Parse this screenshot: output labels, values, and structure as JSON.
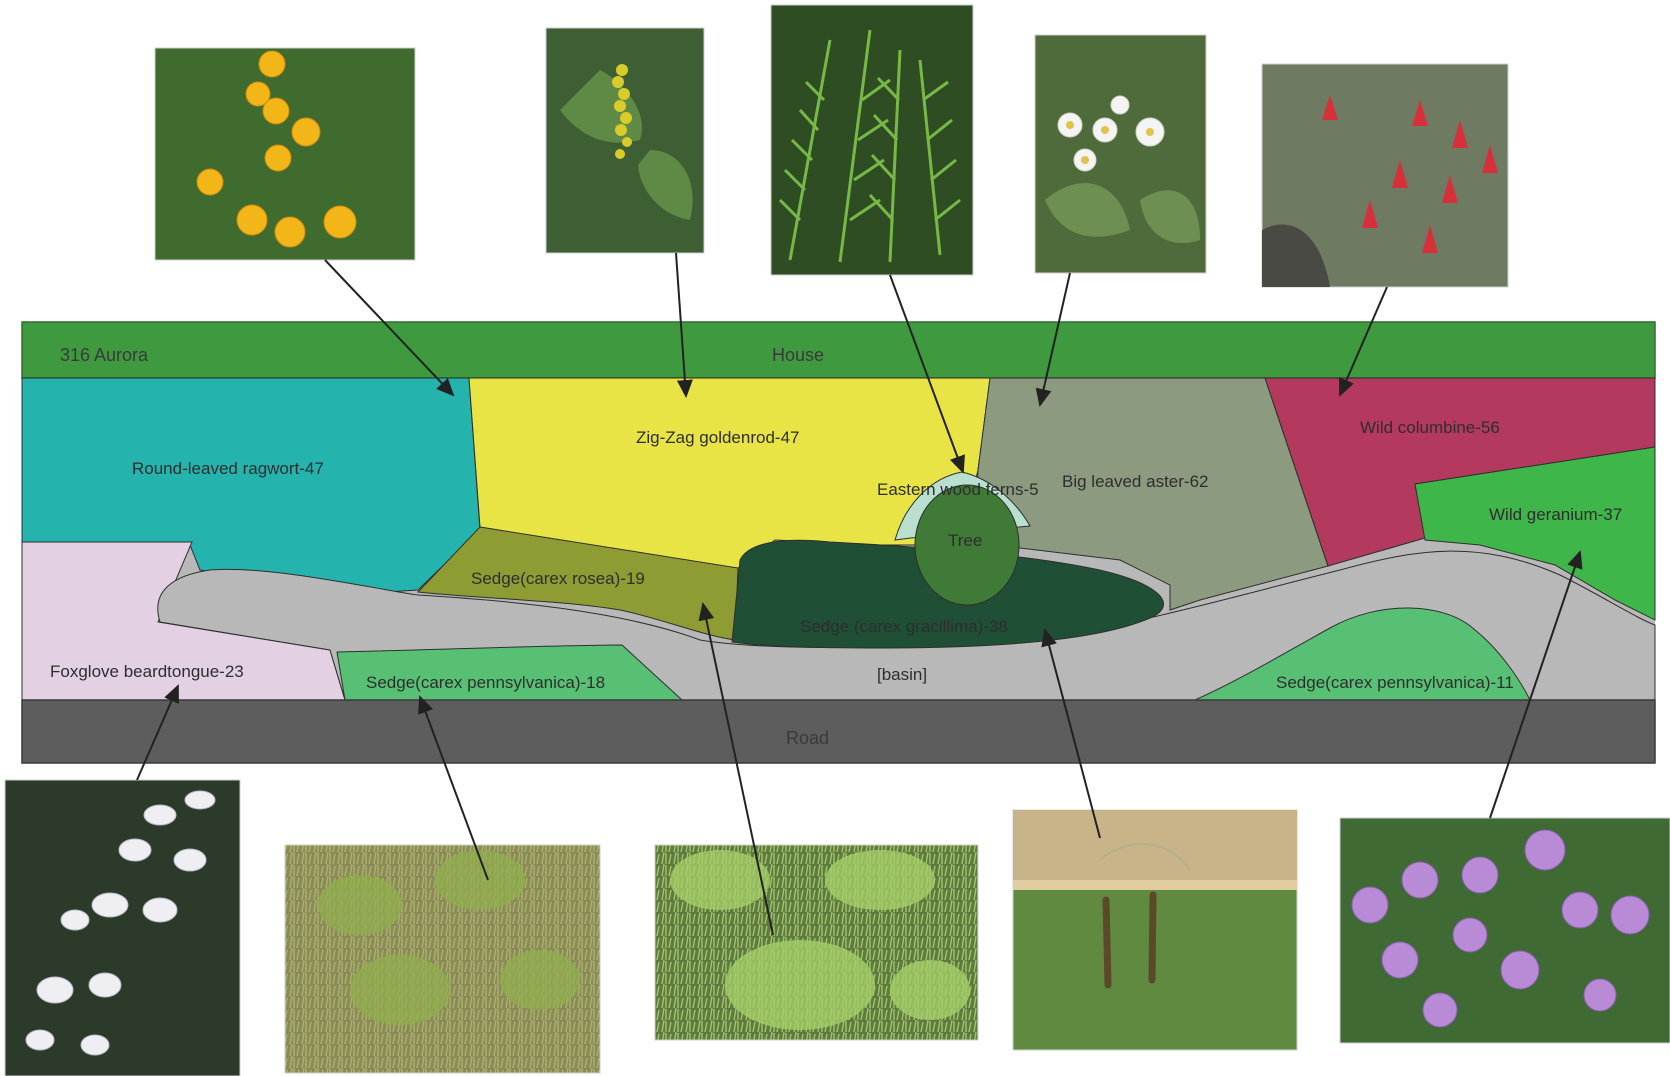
{
  "bands": {
    "house_address": "316 Aurora",
    "house": "House",
    "road": "Road"
  },
  "zones": {
    "round_leaved_ragwort": "Round-leaved ragwort-47",
    "zig_zag_goldenrod": "Zig-Zag goldenrod-47",
    "eastern_wood_ferns": "Eastern wood ferns-5",
    "big_leaved_aster": "Big leaved aster-62",
    "wild_columbine": "Wild columbine-56",
    "wild_geranium": "Wild geranium-37",
    "tree": "Tree",
    "sedge_carex_rosea": "Sedge(carex rosea)-19",
    "sedge_carex_gracillima": "Sedge (carex gracillima)-38",
    "foxglove_beardtongue": "Foxglove beardtongue-23",
    "sedge_pennsylvanica_west": "Sedge(carex pennsylvanica)-18",
    "basin": "[basin]",
    "sedge_pennsylvanica_east": "Sedge(carex pennsylvanica)-11"
  },
  "colors": {
    "house": "#3f9a3f",
    "road": "#5d5d5d",
    "ragwort": "#24b3ad",
    "goldenrod": "#e8e445",
    "aster": "#8c9a80",
    "columbine": "#b33a5e",
    "geranium": "#3fb64a",
    "ferns": "#b9dfcf",
    "tree": "#3f7a37",
    "carex_rosea": "#8f9c33",
    "carex_gracillima": "#1f4f35",
    "foxglove": "#e3d0e3",
    "carex_pennsylvanica": "#58c075",
    "basin": "#b8b8b8"
  },
  "photos": [
    {
      "id": "ragwort",
      "icon": "yellow-daisy-flowers"
    },
    {
      "id": "goldenrod",
      "icon": "yellow-flower-spike"
    },
    {
      "id": "fern",
      "icon": "fern-fronds"
    },
    {
      "id": "aster",
      "icon": "white-aster-flowers"
    },
    {
      "id": "columbine",
      "icon": "red-columbine-flowers"
    },
    {
      "id": "foxglove",
      "icon": "white-bell-flowers"
    },
    {
      "id": "sedge-pennsylvanica",
      "icon": "grass-clumps"
    },
    {
      "id": "sedge-rosea",
      "icon": "grass-clumps"
    },
    {
      "id": "sedge-gracillima",
      "icon": "sedge-seedheads"
    },
    {
      "id": "geranium",
      "icon": "purple-geranium-flowers"
    }
  ]
}
